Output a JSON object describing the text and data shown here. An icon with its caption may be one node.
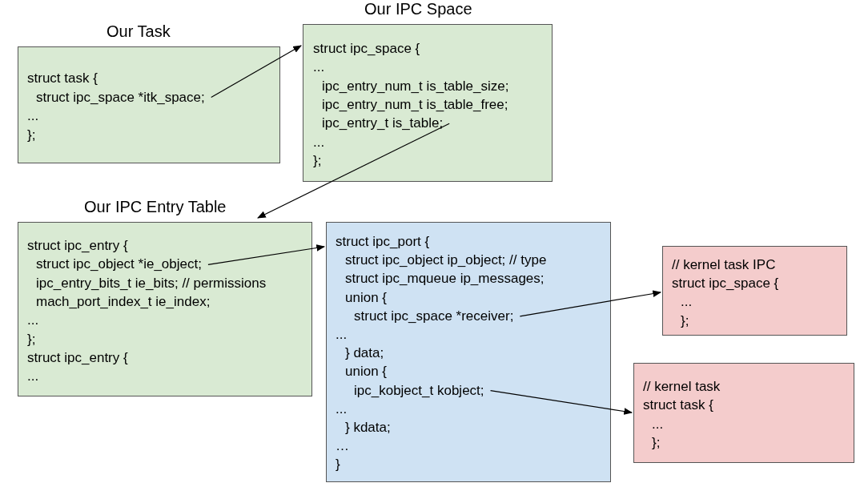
{
  "diagram": {
    "nodes": [
      {
        "text": [
          "Our Task",
          "struct task {",
          "struct ipc_space *itk_space;",
          "...",
          "};"
        ]
      },
      {
        "text": [
          "Our IPC Space",
          "struct ipc_space {",
          "...",
          "ipc_entry_num_t is_table_size;",
          "ipc_entry_num_t is_table_free;",
          "ipc_entry_t is_table;",
          "...",
          "};"
        ]
      },
      {
        "text": [
          "Our IPC Entry Table",
          "struct ipc_entry {",
          "struct ipc_object *ie_object;",
          "ipc_entry_bits_t ie_bits; // permissions",
          "mach_port_index_t ie_index;",
          "...",
          "};",
          "struct ipc_entry {",
          "..."
        ]
      },
      {
        "text": [
          "struct ipc_port {",
          "struct ipc_object ip_object; // type",
          "struct ipc_mqueue ip_messages;",
          "union {",
          "struct ipc_space *receiver;",
          "...",
          "} data;",
          "union {",
          "ipc_kobject_t kobject;",
          "...",
          "} kdata;",
          "…",
          "}"
        ]
      },
      {
        "text": [
          "// kernel task IPC",
          "struct ipc_space {",
          "...",
          "};"
        ]
      },
      {
        "text": [
          "// kernel task",
          "struct task {",
          "...",
          "};"
        ]
      }
    ],
    "edges": [
      {
        "from": 0,
        "to": 1,
        "arrow": "to"
      },
      {
        "from": 1,
        "to": 2,
        "arrow": "to"
      },
      {
        "from": 2,
        "to": 3,
        "arrow": "to"
      },
      {
        "from": 3,
        "to": 4,
        "arrow": "to"
      },
      {
        "from": 3,
        "to": 5,
        "arrow": "to"
      }
    ]
  }
}
